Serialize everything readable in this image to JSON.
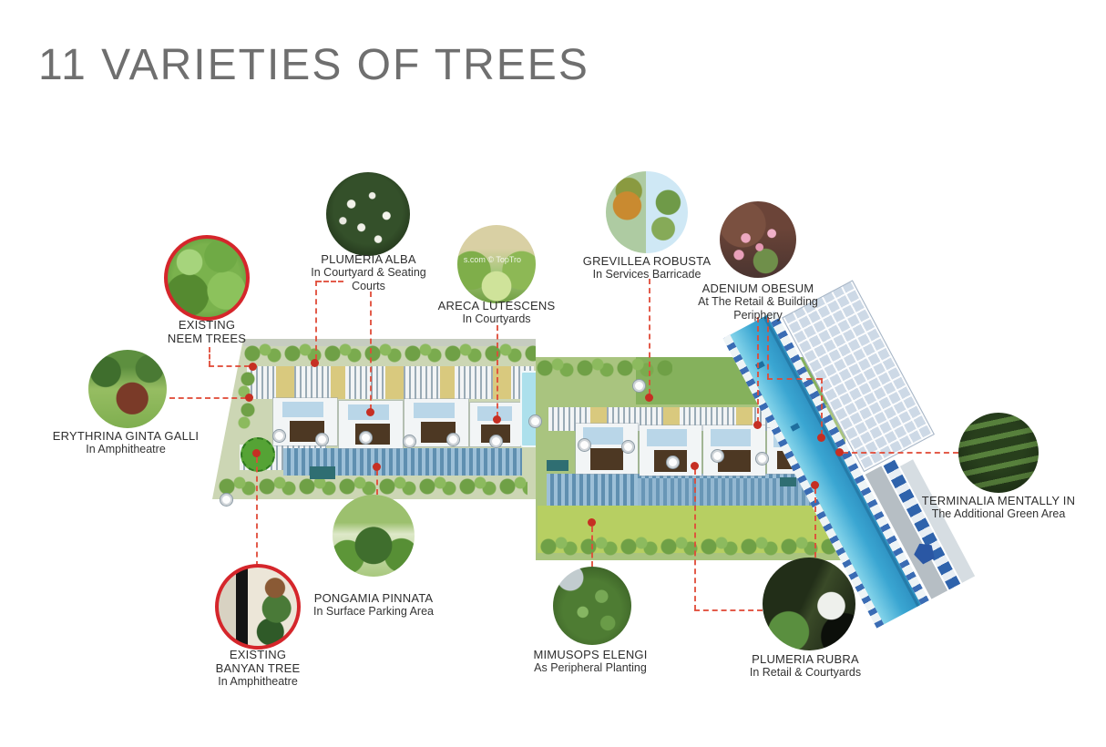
{
  "title": "11 VARIETIES OF TREES",
  "colors": {
    "title_gray": "#6f6f6f",
    "connector_red": "#e14b38",
    "marker_dot_red": "#c62f23",
    "photo_ring_red": "#d5262b",
    "amphitheatre_green": "#55a335",
    "lawn_green": "#b7cf62",
    "metro_cyan": "#3aa6d2"
  },
  "trees": [
    {
      "id": "existing-neem-trees",
      "photo": "neem-foliage-photo",
      "lines": [
        "EXISTING",
        "NEEM TREES"
      ]
    },
    {
      "id": "plumeria-alba",
      "photo": "plumeria-alba-photo",
      "lines": [
        "PLUMERIA ALBA",
        "In Courtyard & Seating",
        "Courts"
      ]
    },
    {
      "id": "areca-lutescens",
      "photo": "areca-lutescens-photo",
      "watermark": "s.com  © TopTro",
      "lines": [
        "ARECA LUTESCENS",
        "In Courtyards"
      ]
    },
    {
      "id": "grevillea-robusta",
      "photo": "grevillea-robusta-photo",
      "lines": [
        "GREVILLEA ROBUSTA",
        "In Services Barricade"
      ]
    },
    {
      "id": "adenium-obesum",
      "photo": "adenium-obesum-photo",
      "lines": [
        "ADENIUM OBESUM",
        "At The Retail & Building",
        "Periphery"
      ]
    },
    {
      "id": "erythrina-ginta-galli",
      "photo": "erythrina-ginta-galli-photo",
      "lines": [
        "ERYTHRINA GINTA GALLI",
        "In Amphitheatre"
      ]
    },
    {
      "id": "terminalia-mentally",
      "photo": "terminalia-mentally-photo",
      "lines": [
        "TERMINALIA MENTALLY IN",
        "The Additional Green Area"
      ]
    },
    {
      "id": "pongamia-pinnata",
      "photo": "pongamia-pinnata-photo",
      "lines": [
        "PONGAMIA PINNATA",
        "In Surface Parking Area"
      ]
    },
    {
      "id": "existing-banyan-tree",
      "photo": "banyan-tree-photo",
      "lines": [
        "EXISTING",
        "BANYAN TREE",
        "In Amphitheatre"
      ]
    },
    {
      "id": "mimusops-elengi",
      "photo": "mimusops-elengi-photo",
      "lines": [
        "MIMUSOPS ELENGI",
        "As Peripheral Planting"
      ]
    },
    {
      "id": "plumeria-rubra",
      "photo": "plumeria-rubra-photo",
      "lines": [
        "PLUMERIA RUBRA",
        "In Retail & Courtyards"
      ]
    }
  ]
}
